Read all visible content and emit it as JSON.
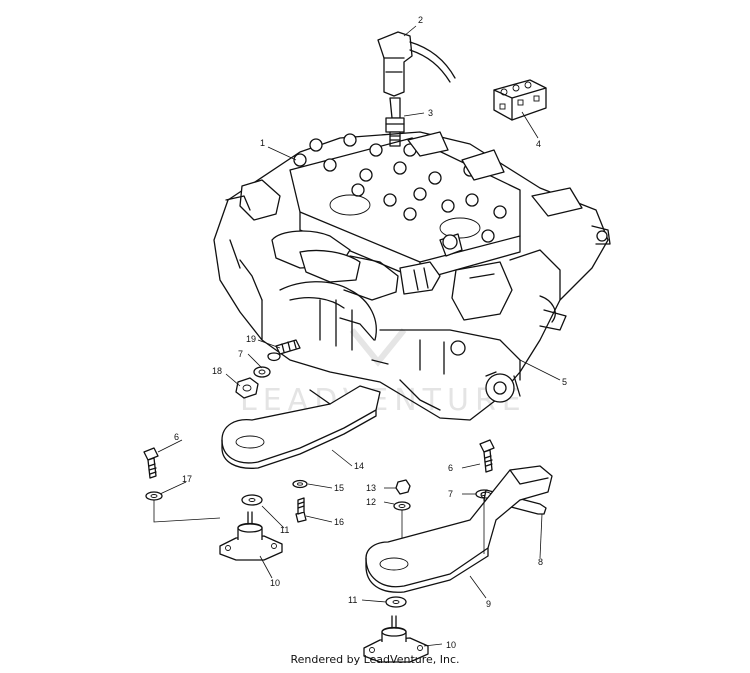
{
  "diagram": {
    "callouts": [
      "1",
      "2",
      "3",
      "4",
      "5",
      "6",
      "7",
      "8",
      "9",
      "10",
      "11",
      "12",
      "13",
      "14",
      "15",
      "16",
      "17",
      "18",
      "19",
      "6",
      "7",
      "11",
      "10"
    ],
    "watermark": "LEADVENTURE"
  },
  "footer": {
    "credit": "Rendered by LeadVenture, Inc."
  }
}
